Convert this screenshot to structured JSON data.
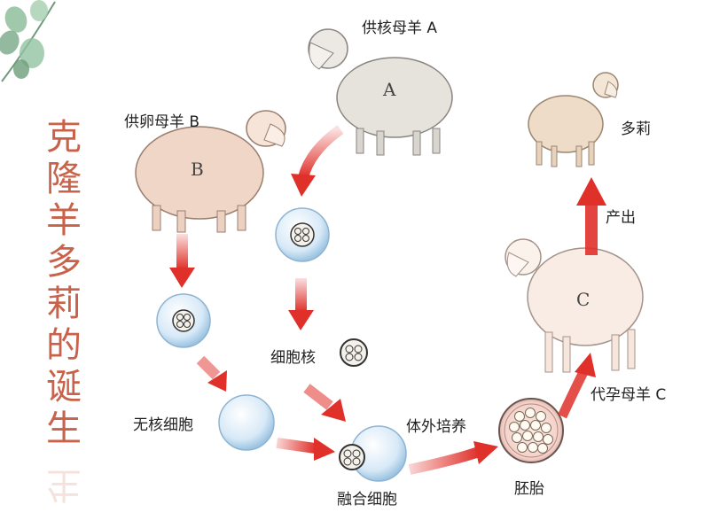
{
  "side_title": [
    "克",
    "隆",
    "羊",
    "多",
    "莉",
    "的",
    "诞",
    "生"
  ],
  "side_title_reflection": "生",
  "labels": {
    "donor_a": "供核母羊 A",
    "donor_b": "供卵母羊 B",
    "dolly": "多莉",
    "birth": "产出",
    "nucleus": "细胞核",
    "enucleated_cell": "无核细胞",
    "culture": "体外培养",
    "fused_cell": "融合细胞",
    "embryo": "胚胎",
    "surrogate_c": "代孕母羊 C"
  },
  "sheep_letters": {
    "a": "A",
    "b": "B",
    "c": "C"
  },
  "colors": {
    "arrow": "#e0302a",
    "title": "#c9624a",
    "sheep_a": "#e6e2dc",
    "sheep_b": "#f0d6c6",
    "sheep_c": "#f9ece4",
    "dolly": "#efdcc8",
    "cell": "#d7e9f7",
    "leaf": "#7fae8c"
  },
  "icons": [
    "leaf-sprig-icon",
    "sheep-icon",
    "cell-icon",
    "nucleus-icon",
    "embryo-icon",
    "arrow-icon"
  ]
}
